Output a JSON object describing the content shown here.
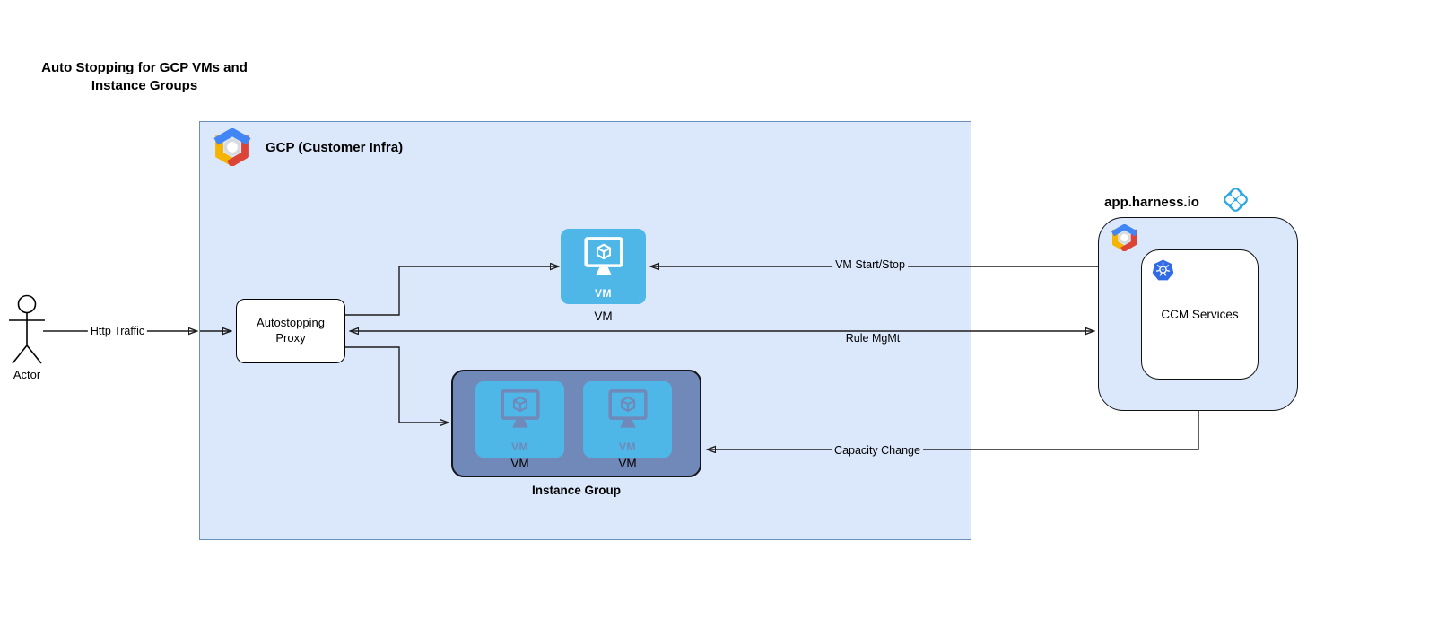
{
  "diagram": {
    "title": "Auto Stopping for GCP VMs and Instance Groups"
  },
  "actor": {
    "label": "Actor",
    "icon": "stick-figure-icon"
  },
  "gcp": {
    "label": "GCP (Customer Infra)",
    "logo_icon": "gcp-hexagon-logo"
  },
  "proxy": {
    "label": "Autostopping Proxy"
  },
  "vm_node": {
    "icon": "vm-monitor-icon",
    "icon_text": "VM",
    "caption": "VM"
  },
  "instance_group": {
    "caption": "Instance Group",
    "vms": [
      {
        "icon_text": "VM",
        "caption": "VM"
      },
      {
        "icon_text": "VM",
        "caption": "VM"
      }
    ]
  },
  "harness": {
    "label": "app.harness.io",
    "logo_icon": "harness-diamond-logo",
    "gcp_logo_icon": "gcp-hexagon-logo",
    "ccm": {
      "label": "CCM Services",
      "icon": "kubernetes-helm-icon"
    }
  },
  "edges": [
    {
      "id": "http-traffic",
      "label": "Http Traffic"
    },
    {
      "id": "vm-start-stop",
      "label": "VM Start/Stop"
    },
    {
      "id": "rule-mgmt",
      "label": "Rule MgMt"
    },
    {
      "id": "capacity-change",
      "label": "Capacity Change"
    }
  ],
  "colors": {
    "container_fill": "#dbe7fa",
    "container_border": "#6c8ebf",
    "vm_tile_blue": "#4fb7e8",
    "instance_group_fill": "#7089b8",
    "kubernetes_blue": "#326ce5",
    "harness_blue": "#2ea7e0",
    "gcp_blue": "#4285f4",
    "gcp_red": "#db4437",
    "gcp_yellow": "#f4b400",
    "line_color": "#1c1c1c"
  }
}
